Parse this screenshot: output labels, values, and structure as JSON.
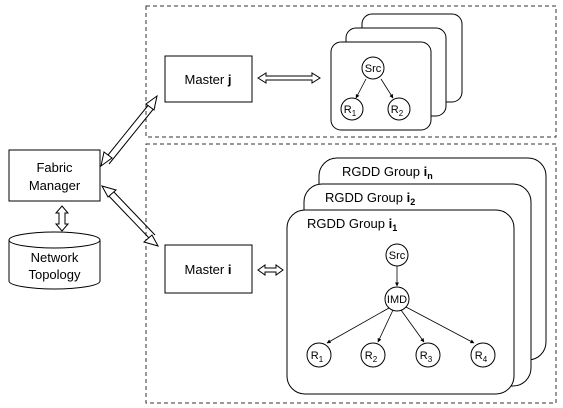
{
  "fabric_manager": {
    "line1": "Fabric",
    "line2": "Manager"
  },
  "network_topology": {
    "line1": "Network",
    "line2": "Topology"
  },
  "master_j": {
    "label": "Master ",
    "sub": "j"
  },
  "master_i": {
    "label": "Master ",
    "sub": "i"
  },
  "tree_j": {
    "src": "Src",
    "r1": {
      "base": "R",
      "sub": "1"
    },
    "r2": {
      "base": "R",
      "sub": "2"
    }
  },
  "groups": {
    "g_n": {
      "label": "RGDD Group ",
      "base": "i",
      "sub": "n"
    },
    "g_2": {
      "label": "RGDD Group ",
      "base": "i",
      "sub": "2"
    },
    "g_1": {
      "label": "RGDD Group ",
      "base": "i",
      "sub": "1"
    }
  },
  "tree_i": {
    "src": "Src",
    "imd": "IMD",
    "r1": {
      "base": "R",
      "sub": "1"
    },
    "r2": {
      "base": "R",
      "sub": "2"
    },
    "r3": {
      "base": "R",
      "sub": "3"
    },
    "r4": {
      "base": "R",
      "sub": "4"
    }
  }
}
